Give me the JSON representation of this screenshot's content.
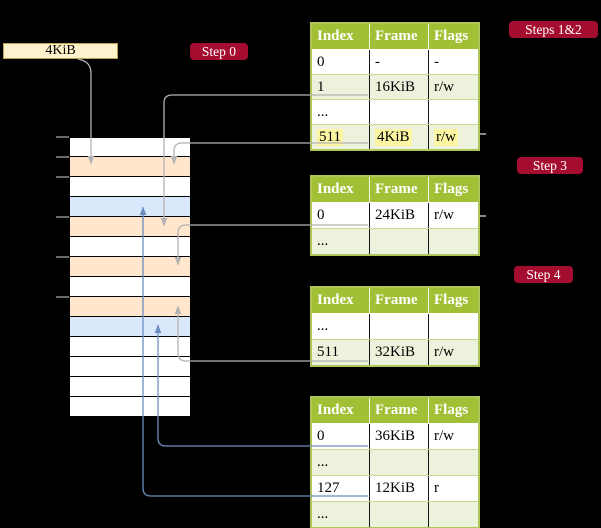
{
  "colors": {
    "background": "#000000",
    "box4kib_bg": "#FFF2CC",
    "box4kib_border": "#BFA14C",
    "badge_bg": "#A50D30",
    "badge_text": "#FFFFFF",
    "table_header_bg": "#A2C036",
    "table_border": "#AEC559",
    "table_row_alt_bg": "#EDF2DC",
    "highlight_yellow": "#FCF6A2",
    "cell_text": "#000000",
    "memory_white": "#FFFFFF",
    "memory_orange": "#FFE6CC",
    "memory_blue": "#DAE8FC",
    "connector_gray": "#B3B3B3",
    "connector_blue": "#6C8EBF",
    "tick_gray": "#8C8C8C"
  },
  "page_size_label": {
    "text": "4KiB"
  },
  "badges": [
    {
      "id": "step0",
      "text": "Step 0"
    },
    {
      "id": "steps12",
      "text": "Steps 1&2"
    },
    {
      "id": "step3",
      "text": "Step 3"
    },
    {
      "id": "step4",
      "text": "Step 4"
    }
  ],
  "memory": {
    "description": "physical memory column, 14 frames top to bottom",
    "rows": [
      "white",
      "orange",
      "white",
      "blue",
      "orange",
      "white",
      "orange",
      "white",
      "orange",
      "blue",
      "white",
      "white",
      "white",
      "white"
    ],
    "tick_count": 6
  },
  "tables": [
    {
      "id": "table-steps-1-2",
      "headers": [
        "Index",
        "Frame",
        "Flags"
      ],
      "rows": [
        {
          "cells": [
            "0",
            "-",
            "-"
          ],
          "shade": "white",
          "highlight": false
        },
        {
          "cells": [
            "1",
            "16KiB",
            "r/w"
          ],
          "shade": "green",
          "highlight": false
        },
        {
          "cells": [
            "...",
            "",
            ""
          ],
          "shade": "white",
          "highlight": false
        },
        {
          "cells": [
            "511",
            "4KiB",
            "r/w"
          ],
          "shade": "green",
          "highlight": true
        }
      ]
    },
    {
      "id": "table-step-3",
      "headers": [
        "Index",
        "Frame",
        "Flags"
      ],
      "rows": [
        {
          "cells": [
            "0",
            "24KiB",
            "r/w"
          ],
          "shade": "white",
          "highlight": false
        },
        {
          "cells": [
            "...",
            "",
            ""
          ],
          "shade": "green",
          "highlight": false
        }
      ]
    },
    {
      "id": "table-step-4",
      "headers": [
        "Index",
        "Frame",
        "Flags"
      ],
      "rows": [
        {
          "cells": [
            "...",
            "",
            ""
          ],
          "shade": "white",
          "highlight": false
        },
        {
          "cells": [
            "511",
            "32KiB",
            "r/w"
          ],
          "shade": "green",
          "highlight": false
        }
      ]
    },
    {
      "id": "table-final",
      "headers": [
        "Index",
        "Frame",
        "Flags"
      ],
      "rows": [
        {
          "cells": [
            "0",
            "36KiB",
            "r/w"
          ],
          "shade": "white",
          "highlight": false
        },
        {
          "cells": [
            "...",
            "",
            ""
          ],
          "shade": "green",
          "highlight": false
        },
        {
          "cells": [
            "127",
            "12KiB",
            "r"
          ],
          "shade": "white",
          "highlight": false
        },
        {
          "cells": [
            "...",
            "",
            ""
          ],
          "shade": "green",
          "highlight": false
        }
      ]
    }
  ],
  "connectors": [
    {
      "from": "4KiB label",
      "to": "memory frame row 2 (orange)",
      "color": "gray"
    },
    {
      "from": "table Steps 1&2, index 1",
      "to": "memory frame row 5 (orange)",
      "color": "gray"
    },
    {
      "from": "table Steps 1&2, index 511",
      "to": "memory frame row 2 (orange)",
      "color": "gray"
    },
    {
      "from": "table Step 3, index 0",
      "to": "memory frame row 7 (orange)",
      "color": "gray"
    },
    {
      "from": "table Step 4, index 511",
      "to": "memory frame row 9 (orange)",
      "color": "gray"
    },
    {
      "from": "final table, index 0",
      "to": "memory frame row 10 (blue)",
      "color": "blue"
    },
    {
      "from": "final table, index 127",
      "to": "memory frame row 4 (blue)",
      "color": "blue"
    }
  ]
}
